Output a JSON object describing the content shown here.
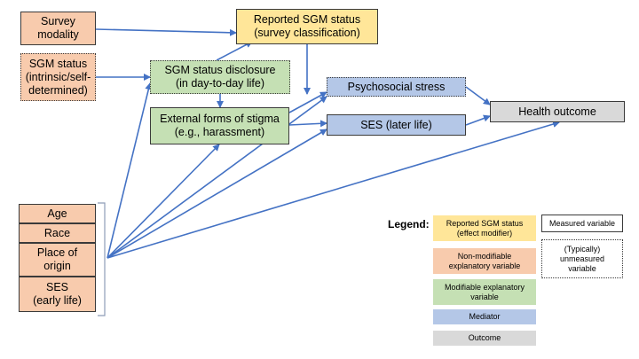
{
  "nodes": {
    "survey_modality": "Survey\nmodality",
    "sgm_status": "SGM status\n(intrinsic/self-\ndetermined)",
    "reported_sgm": "Reported SGM status\n(survey classification)",
    "disclosure": "SGM status disclosure\n(in day-to-day life)",
    "external_stigma": "External forms of stigma\n(e.g., harassment)",
    "psychosocial_stress": "Psychosocial stress",
    "ses_later": "SES (later life)",
    "health_outcome": "Health outcome",
    "age": "Age",
    "race": "Race",
    "place_of_origin": "Place of\norigin",
    "ses_early": "SES\n(early life)"
  },
  "legend": {
    "title": "Legend:",
    "effect_modifier": "Reported SGM status\n(effect modifier)",
    "non_modifiable": "Non-modifiable\nexplanatory variable",
    "modifiable": "Modifiable explanatory\nvariable",
    "mediator": "Mediator",
    "outcome": "Outcome",
    "measured": "Measured variable",
    "unmeasured": "(Typically)\nunmeasured\nvariable"
  },
  "colors": {
    "orange": "#f8cbad",
    "yellow": "#ffe699",
    "green": "#c5e0b4",
    "blue": "#b4c7e7",
    "gray": "#d9d9d9",
    "arrow": "#4472c4"
  }
}
